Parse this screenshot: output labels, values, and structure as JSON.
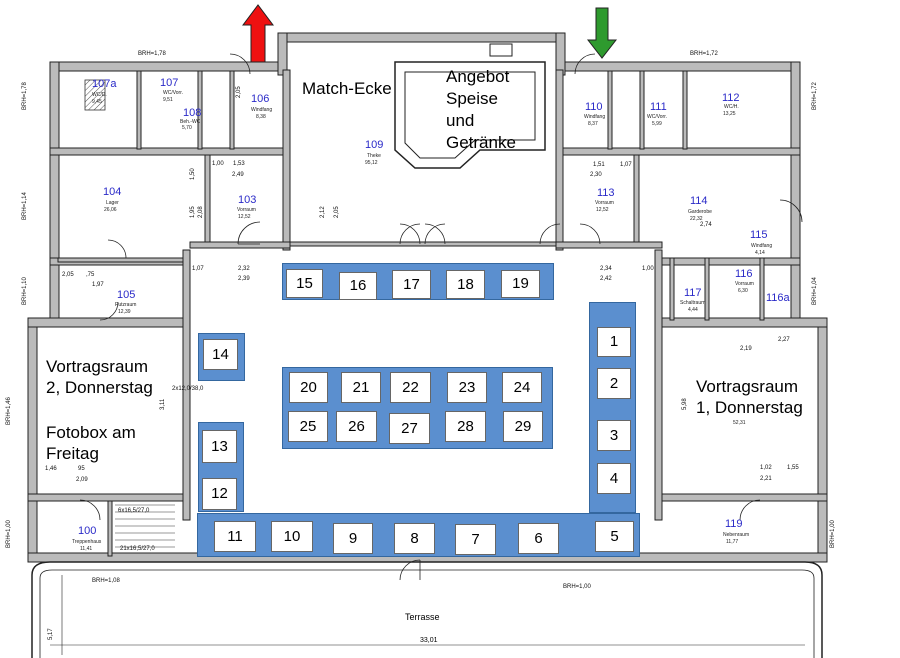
{
  "labels": {
    "match_ecke": "Match-Ecke",
    "angebot": "Angebot\nSpeise\nund\nGetränke",
    "vortrag2": "Vortragsraum\n2, Donnerstag",
    "fotobox": "Fotobox am\nFreitag",
    "vortrag1": "Vortragsraum\n1, Donnerstag",
    "terrasse": "Terrasse",
    "total_width": "33,01"
  },
  "rooms": {
    "r107a": {
      "num": "107a",
      "name": "WC/D.",
      "area": "9,45"
    },
    "r107": {
      "num": "107",
      "name": "WC/Vorr.",
      "area": "9,51"
    },
    "r108": {
      "num": "108",
      "name": "Beh.-WC",
      "area": "5,70"
    },
    "r106": {
      "num": "106",
      "name": "Windfang",
      "area": "8,38"
    },
    "r109": {
      "num": "109",
      "name": "Theke",
      "area": "95,12"
    },
    "r110": {
      "num": "110",
      "name": "Windfang",
      "area": "8,37"
    },
    "r111": {
      "num": "111",
      "name": "WC/Vorr.",
      "area": "5,99"
    },
    "r112": {
      "num": "112",
      "name": "WC/H.",
      "area": "13,25"
    },
    "r104": {
      "num": "104",
      "name": "Lager",
      "area": "26,06"
    },
    "r103": {
      "num": "103",
      "name": "Vorraum",
      "area": "12,52"
    },
    "r113": {
      "num": "113",
      "name": "Vorraum",
      "area": "12,52"
    },
    "r114": {
      "num": "114",
      "name": "Garderobe",
      "area": "22,32"
    },
    "r115": {
      "num": "115",
      "name": "Windfang",
      "area": "4,14"
    },
    "r105": {
      "num": "105",
      "name": "Putzraum",
      "area": "12,39"
    },
    "r117": {
      "num": "117",
      "name": "Schaltraum",
      "area": "4,44"
    },
    "r116": {
      "num": "116",
      "name": "Vorraum",
      "area": "6,30"
    },
    "r116a": {
      "num": "116a",
      "name": "",
      "area": ""
    },
    "r100": {
      "num": "100",
      "name": "Treppenhaus",
      "area": "11,41"
    },
    "r119": {
      "num": "119",
      "name": "Nebenraum",
      "area": "11,77"
    },
    "vortrag1_area": "52,31"
  },
  "brh": {
    "b1": "BRH=1,78",
    "b2": "BRH=1,72",
    "b3": "BRH=1,78",
    "b4": "BRH=1,72",
    "b5": "BRH=1,14",
    "b6": "BRH=1,10",
    "b7": "BRH=1,04",
    "b8": "BRH=1,46",
    "b9": "BRH=1,00",
    "b10": "BRH=1,00",
    "b11": "BRH=1,08",
    "b12": "BRH=1,00"
  },
  "dims": {
    "d1": "2,05",
    "d2": "1,53",
    "d3": "2,49",
    "d4": "1,00",
    "d5": "1,50",
    "d6": "1,95",
    "d7": "2,08",
    "d8": "2,12",
    "d9": "2,05",
    "d10": "1,51",
    "d11": "2,30",
    "d12": "1,07",
    "d13": "2,74",
    "d14": "1,07",
    "d15": "2,32",
    "d16": "2,39",
    "d17": "2,34",
    "d18": "2,42",
    "d19": "1,00",
    "d20": "2,05",
    "d21": "1,97",
    "d22": "3,11",
    "d23": "5,98",
    "d24": "2,27",
    "d25": "2,19",
    "d26": "1,02",
    "d27": "1,55",
    "d28": "2,21",
    "d29": "1,46",
    "d30": "95",
    "d31": "2,09",
    "d32": "5,17",
    "d33": "2x12,0/38,0",
    "d34": "6x16,5/27,0",
    "d35": "21x16,5/27,0",
    "d36": ",75"
  },
  "arrows": {
    "entrance_color": "#ee1111",
    "exit_color": "#2e9a2e"
  },
  "table_color": "#5b8fcf",
  "tables": {
    "t1": "1",
    "t2": "2",
    "t3": "3",
    "t4": "4",
    "t5": "5",
    "t6": "6",
    "t7": "7",
    "t8": "8",
    "t9": "9",
    "t10": "10",
    "t11": "11",
    "t12": "12",
    "t13": "13",
    "t14": "14",
    "t15": "15",
    "t16": "16",
    "t17": "17",
    "t18": "18",
    "t19": "19",
    "t20": "20",
    "t21": "21",
    "t22": "22",
    "t23": "23",
    "t24": "24",
    "t25": "25",
    "t26": "26",
    "t27": "27",
    "t28": "28",
    "t29": "29"
  }
}
